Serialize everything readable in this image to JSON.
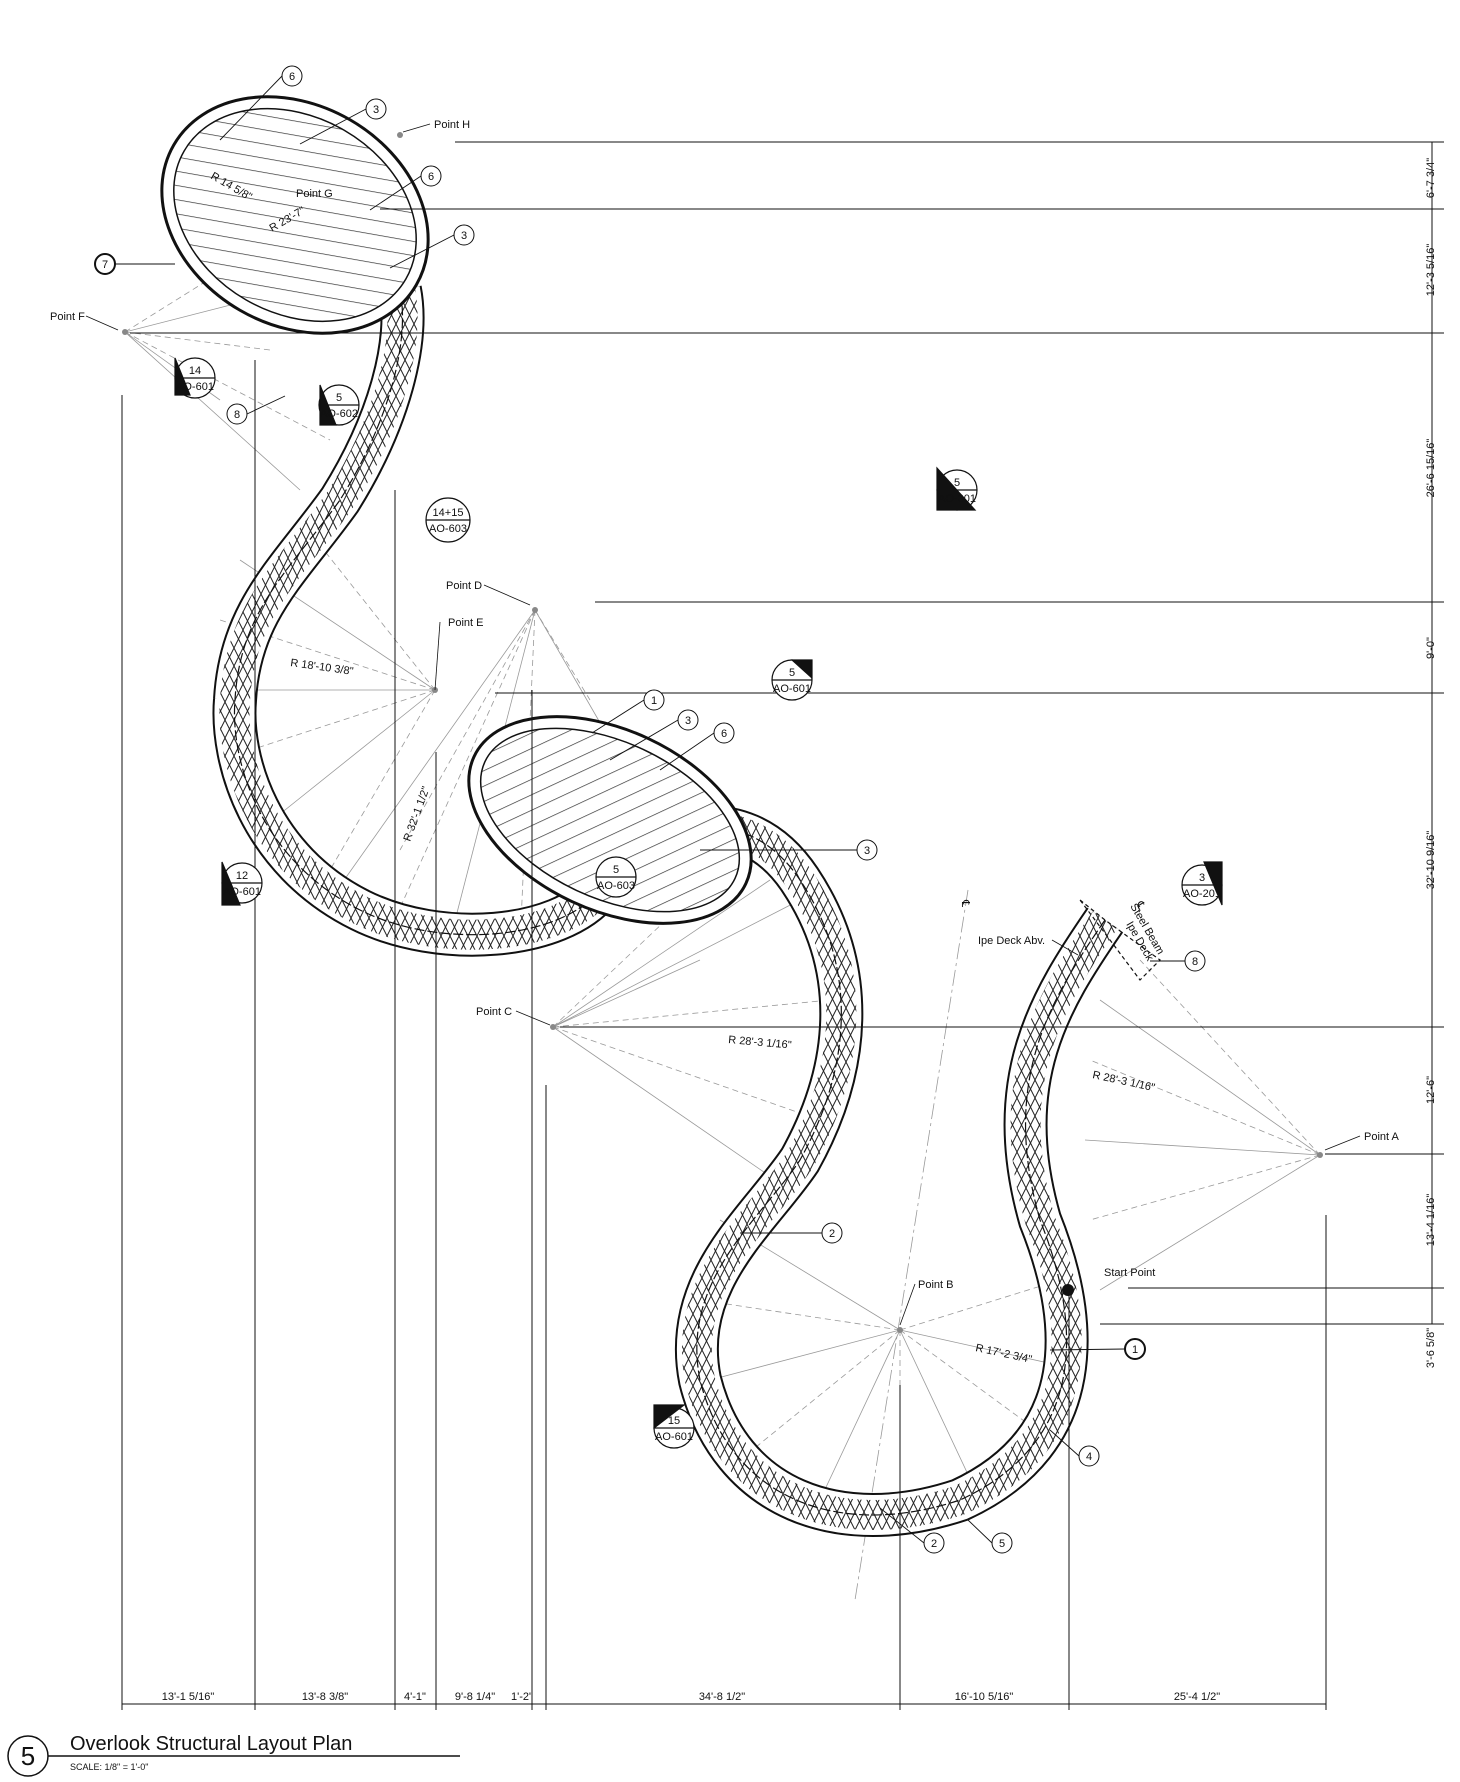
{
  "drawing": {
    "title": "Overlook Structural Layout Plan",
    "scale": "SCALE: 1/8\" = 1'-0\"",
    "number": "5"
  },
  "points": [
    {
      "id": "H",
      "label": "Point H"
    },
    {
      "id": "G",
      "label": "Point G"
    },
    {
      "id": "F",
      "label": "Point F"
    },
    {
      "id": "E",
      "label": "Point E"
    },
    {
      "id": "D",
      "label": "Point D"
    },
    {
      "id": "C",
      "label": "Point C"
    },
    {
      "id": "B",
      "label": "Point B"
    },
    {
      "id": "A",
      "label": "Point A"
    },
    {
      "id": "S",
      "label": "Start Point"
    }
  ],
  "radii": [
    {
      "label": "R 14 5/8\""
    },
    {
      "label": "R 23'-7\""
    },
    {
      "label": "R 18'-10 3/8\""
    },
    {
      "label": "R 32'-1 1/2\""
    },
    {
      "label": "R 28'-3 1/16\""
    },
    {
      "label": "R 28'-3 1/16\""
    },
    {
      "label": "R 17'-2 3/4\""
    }
  ],
  "right_dims": [
    "6'-7 3/4\"",
    "12'-3 5/16\"",
    "26'-6 15/16\"",
    "9'-0\"",
    "32'-10 9/16\"",
    "12'-6\"",
    "13'-4 1/16\"",
    "3'-6 5/8\""
  ],
  "bottom_dims": [
    "13'-1 5/16\"",
    "13'-8 3/8\"",
    "4'-1\"",
    "9'-8 1/4\"",
    "1'-2\"",
    "34'-8 1/2\"",
    "16'-10 5/16\"",
    "25'-4 1/2\""
  ],
  "section_tags": [
    {
      "num": "14",
      "sheet": "AO-601"
    },
    {
      "num": "5",
      "sheet": "AO-602"
    },
    {
      "num": "14+15",
      "sheet": "AO-603"
    },
    {
      "num": "5",
      "sheet": "AO-301"
    },
    {
      "num": "5",
      "sheet": "AO-601"
    },
    {
      "num": "12",
      "sheet": "AO-601"
    },
    {
      "num": "5",
      "sheet": "AO-603"
    },
    {
      "num": "3",
      "sheet": "AO-201"
    },
    {
      "num": "15",
      "sheet": "AO-601"
    }
  ],
  "keynotes": [
    "6",
    "3",
    "6",
    "3",
    "7",
    "8",
    "1",
    "3",
    "6",
    "3",
    "8",
    "2",
    "1",
    "4",
    "2",
    "5"
  ],
  "notes": {
    "ipe_deck_abv": "Ipe Deck Abv.",
    "centerline": "℄",
    "steel_beam": "Steel Beam",
    "ipe_deck": "Ipe Deck"
  }
}
